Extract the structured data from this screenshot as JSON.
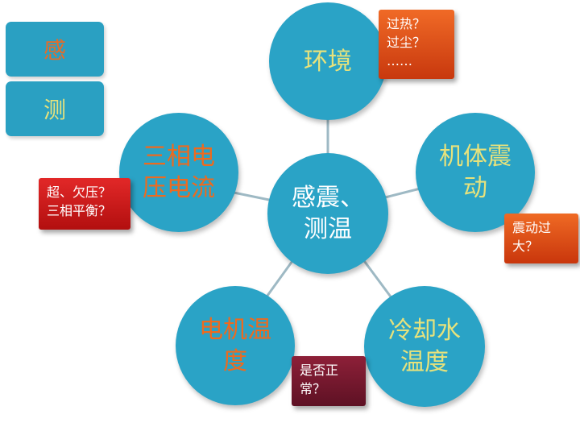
{
  "colors": {
    "circle": "#2aa3c6",
    "connector": "#9eb9c4",
    "orange_text": "#ee6a1e",
    "yellow_text": "#e7e27c",
    "white_text": "#ffffff",
    "callout_orange": "#e6521a",
    "callout_red": "#d11d1d",
    "callout_maroon": "#7a1830"
  },
  "side_tags": [
    {
      "label": "感",
      "color": "#e86b26"
    },
    {
      "label": "测",
      "color": "#e7e27c"
    }
  ],
  "center": {
    "lines": [
      "感震、",
      "测温"
    ],
    "color": "#ffffff"
  },
  "nodes": {
    "environment": {
      "lines": [
        "环境"
      ],
      "color": "#e7e27c"
    },
    "three_phase": {
      "lines": [
        "三相电",
        "压电流"
      ],
      "color": "#ee6a1e"
    },
    "vibration": {
      "lines": [
        "机体震",
        "动"
      ],
      "color": "#e7e27c"
    },
    "motor_temp": {
      "lines": [
        "电机温",
        "度"
      ],
      "color": "#ee6a1e"
    },
    "coolant_temp": {
      "lines": [
        "冷却水",
        "温度"
      ],
      "color": "#e7e27c"
    }
  },
  "callouts": {
    "environment": {
      "lines": [
        "过热？",
        "过尘？",
        "……"
      ]
    },
    "three_phase": {
      "lines": [
        "超、欠压？",
        "三相平衡？"
      ]
    },
    "vibration": {
      "lines": [
        "震动过",
        "大？"
      ]
    },
    "motor_temp": {
      "lines": [
        "是否正",
        "常？"
      ]
    }
  }
}
